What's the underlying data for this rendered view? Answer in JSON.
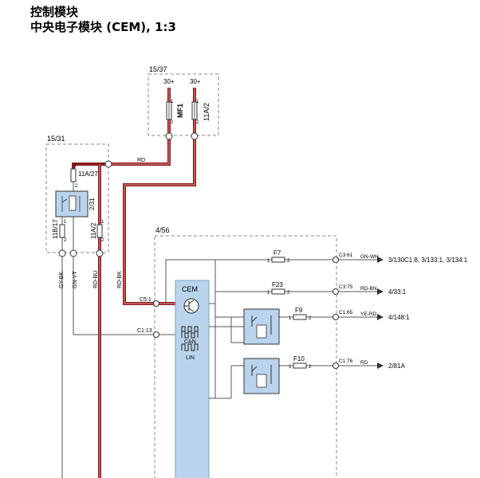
{
  "title": {
    "line1": "控制模块",
    "line2": "中央电子模块 (CEM), 1:3"
  },
  "boxes": {
    "fusebox_top": "15/37",
    "relay_box": "15/31",
    "cem_box": "4/56"
  },
  "power": {
    "left": "30+",
    "right": "30+"
  },
  "fuses": {
    "mf1": "MF1",
    "f_11a2_top": "11A/2",
    "f_11a27": "11A/27",
    "relay_2_31": "2/31",
    "f_11b17": "11B/17",
    "f_11a2_bottom": "11A/2",
    "f7": "F7",
    "f23": "F23",
    "f9": "F9",
    "f10": "F10"
  },
  "pins": {
    "one": "1",
    "two": "2"
  },
  "wires": {
    "rd": "RD",
    "gy_bk": "GY-BK",
    "gn_vt": "GN-VT",
    "rd_bu": "RD-BU",
    "rd_bk": "RD-BK"
  },
  "cem": {
    "label": "CEM",
    "can": "CAN",
    "lin": "LIN",
    "conn_c51": "C5:1",
    "conn_c113": "C1:13"
  },
  "outputs": [
    {
      "connector": "C3:61",
      "wire": "GN-WH",
      "dest": "3/130C1:8, 3/133:1, 3/134:1"
    },
    {
      "connector": "C3:75",
      "wire": "RD-BN",
      "dest": "4/33:1"
    },
    {
      "connector": "C1:65",
      "wire": "YE-RD",
      "dest": "4/148:1"
    },
    {
      "connector": "C1:76",
      "wire": "RD",
      "dest": "2/81A"
    }
  ],
  "colors": {
    "power_wire": "#8b1a1a",
    "power_wire_light": "#d88080",
    "cem_fill": "#b9d4ec",
    "line": "#555555"
  }
}
